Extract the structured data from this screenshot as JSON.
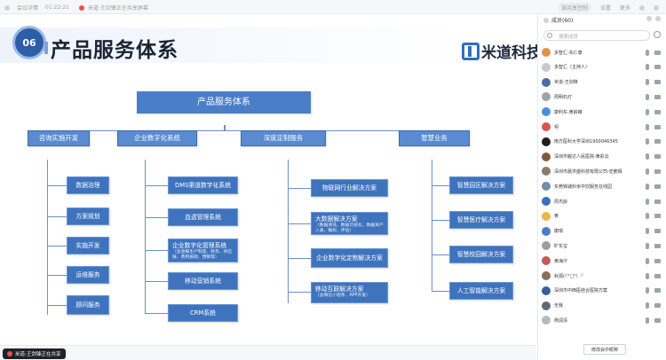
{
  "topbar": {
    "app": "会议详情",
    "time": "01:22:21",
    "meeting_title": "米道·王剑锋正在共享屏幕",
    "right_label": "该共享控制",
    "settings": "设置",
    "more": "更多"
  },
  "slide": {
    "number": "06",
    "title": "产品服务体系",
    "logo_text": "米道科技",
    "diagram": {
      "root": "产品服务体系",
      "col1": {
        "title": "咨询实施开发",
        "items": [
          "数据治理",
          "方案规划",
          "实施开发",
          "运维服务",
          "顾问服务"
        ]
      },
      "col2": {
        "title": "企业数字化系统",
        "items": [
          {
            "main": "DMS渠道数字化系统",
            "sub": ""
          },
          {
            "main": "血透管理系统",
            "sub": ""
          },
          {
            "main": "企业数字化管理系统",
            "sub": "（含金蝶生产制造、财务、供应链、费用报销、预算等）"
          },
          {
            "main": "移动营销系统",
            "sub": ""
          },
          {
            "main": "CRM系统",
            "sub": ""
          }
        ]
      },
      "col3": {
        "title": "深度定制服务",
        "items": [
          {
            "main": "物联网行业解决方案",
            "sub": ""
          },
          {
            "main": "大数据解决方案",
            "sub": "（数据清洗、数据可视化、数据资产入表、确权、评估）"
          },
          {
            "main": "企业数字化定制解决方案",
            "sub": ""
          },
          {
            "main": "移动互联解决方案",
            "sub": "（含微信小程序、APP开发）"
          }
        ]
      },
      "col4": {
        "title": "智慧业务",
        "items": [
          "智慧园区解决方案",
          "智慧医疗解决方案",
          "智慧校园解决方案",
          "人工智能解决方案"
        ]
      }
    }
  },
  "sidebar": {
    "header": "成员(60)",
    "search_placeholder": "搜索成员",
    "participants": [
      {
        "name": "多智汇-东仁泰",
        "color": "#e0914a"
      },
      {
        "name": "多智汇（主持人）",
        "color": "#c7c9cc"
      },
      {
        "name": "米道-王剑锋",
        "color": "#4b6ea9"
      },
      {
        "name": "周明石灯",
        "color": "#9da3a9"
      },
      {
        "name": "康利东-黄龄薇",
        "color": "#4a90d9"
      },
      {
        "name": "柯",
        "color": "#d9534f"
      },
      {
        "name": "南方医科大学深圳1900046345",
        "color": "#1f1f1f"
      },
      {
        "name": "深圳市鲲达人民医院-黄彩云",
        "color": "#7c5a3b"
      },
      {
        "name": "深圳市晨洪盛科技有限公司-史鹏辉",
        "color": "#8c7b6a"
      },
      {
        "name": "东莞锦诚科米中饮服务在线园",
        "color": "#6f8fa8"
      },
      {
        "name": "周杰龄",
        "color": "#3a6dbf"
      },
      {
        "name": "黄",
        "color": "#e8b84a"
      },
      {
        "name": "康琪",
        "color": "#4a7ec7"
      },
      {
        "name": "旷东宝",
        "color": "#9a9ea3"
      },
      {
        "name": "黄海汐",
        "color": "#c25b5b"
      },
      {
        "name": "秋源(╯°□°）╯",
        "color": "#8a6f5c"
      },
      {
        "name": "深圳市中西医结合医院方案",
        "color": "#3a5f95"
      },
      {
        "name": "无我",
        "color": "#5f6b7a"
      },
      {
        "name": "杨润清",
        "color": "#b6b9bd"
      }
    ],
    "rename_button": "修改会中昵称"
  },
  "bottombar": {
    "share_label": "米道-王剑锋正在共享"
  }
}
